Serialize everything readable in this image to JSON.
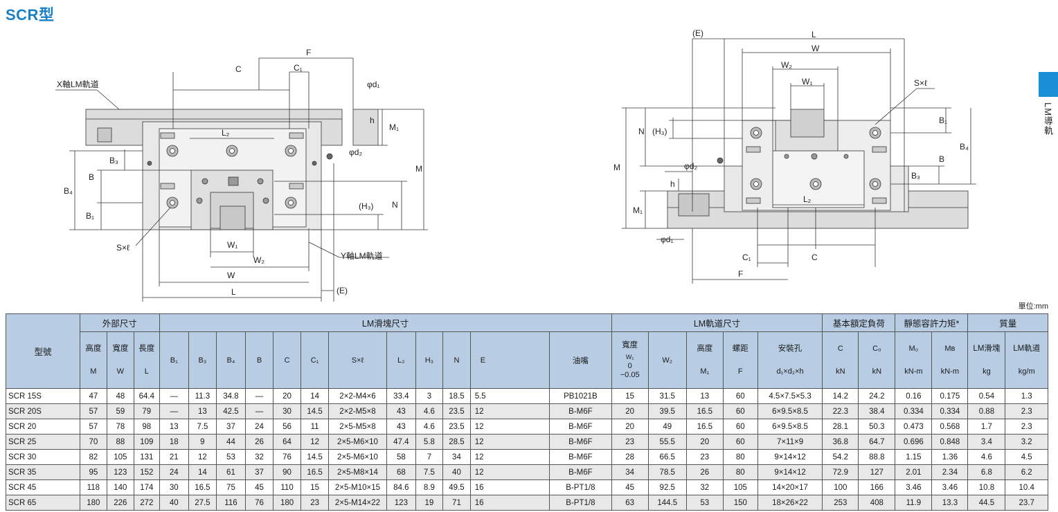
{
  "title": "SCR型",
  "side_label": "LM導軌",
  "unit_label": "單位:mm",
  "left_drawing": {
    "x_rail": "X軸LM軌道",
    "y_rail": "Y軸LM軌道",
    "F": "F",
    "C": "C",
    "C1": "C₁",
    "phi_d1": "φd₁",
    "phi_d2": "φd₂",
    "h": "h",
    "M1": "M₁",
    "M": "M",
    "L2": "L₂",
    "B3": "B₃",
    "B": "B",
    "B4": "B₄",
    "B1": "B₁",
    "H3": "(H₃)",
    "N": "N",
    "Sxl": "S×ℓ",
    "W1": "W₁",
    "W2": "W₂",
    "W": "W",
    "L": "L",
    "E": "(E)"
  },
  "right_drawing": {
    "E": "(E)",
    "L": "L",
    "W": "W",
    "W2": "W₂",
    "W1": "W₁",
    "Sxl": "S×ℓ",
    "N": "N",
    "H3": "(H₃)",
    "B1": "B₁",
    "B4": "B₄",
    "B": "B",
    "B3": "B₃",
    "M": "M",
    "phi_d2": "φd₂",
    "h": "h",
    "M1": "M₁",
    "L2": "L₂",
    "phi_d1": "φd₁",
    "C1": "C₁",
    "C": "C",
    "F": "F"
  },
  "table": {
    "group_headers": {
      "model": "型號",
      "outer": "外部尺寸",
      "block": "LM滑塊尺寸",
      "rail": "LM軌道尺寸",
      "basic_load": "基本額定負荷",
      "static_moment": "靜態容許力矩*",
      "mass": "質量"
    },
    "sub_headers": {
      "height": "高度",
      "width": "寬度",
      "length": "長度",
      "rail_width": "寬度",
      "rail_height": "高度",
      "pitch": "螺距",
      "holes": "安裝孔",
      "lm_block": "LM滑塊",
      "lm_rail": "LM軌道",
      "grease": "油嘴"
    },
    "symbols": {
      "M": "M",
      "W": "W",
      "L": "L",
      "B1": "B₁",
      "B3": "B₃",
      "B4": "B₄",
      "B": "B",
      "C": "C",
      "C1": "C₁",
      "Sxl": "S×ℓ",
      "L2": "L₂",
      "H3": "H₃",
      "N": "N",
      "E": "E",
      "W1": "W₁",
      "W1_tol_upper": "0",
      "W1_tol_lower": "−0.05",
      "W2": "W₂",
      "M1": "M₁",
      "F": "F",
      "d": "d₁×d₂×h",
      "Cload": "C",
      "C0": "C₀",
      "MA": "M₀",
      "MB": "Mʙ"
    },
    "units": {
      "kN1": "kN",
      "kN2": "kN",
      "kNm1": "kN-m",
      "kNm2": "kN-m",
      "kg": "kg",
      "kgm": "kg/m"
    },
    "rows": [
      [
        "SCR 15S",
        "47",
        "48",
        "64.4",
        "—",
        "11.3",
        "34.8",
        "—",
        "20",
        "14",
        "2×2-M4×6",
        "33.4",
        "3",
        "18.5",
        "5.5",
        "PB1021B",
        "15",
        "31.5",
        "13",
        "60",
        "4.5×7.5×5.3",
        "14.2",
        "24.2",
        "0.16",
        "0.175",
        "0.54",
        "1.3"
      ],
      [
        "SCR 20S",
        "57",
        "59",
        "79",
        "—",
        "13",
        "42.5",
        "—",
        "30",
        "14.5",
        "2×2-M5×8",
        "43",
        "4.6",
        "23.5",
        "12",
        "B-M6F",
        "20",
        "39.5",
        "16.5",
        "60",
        "6×9.5×8.5",
        "22.3",
        "38.4",
        "0.334",
        "0.334",
        "0.88",
        "2.3"
      ],
      [
        "SCR 20",
        "57",
        "78",
        "98",
        "13",
        "7.5",
        "37",
        "24",
        "56",
        "11",
        "2×5-M5×8",
        "43",
        "4.6",
        "23.5",
        "12",
        "B-M6F",
        "20",
        "49",
        "16.5",
        "60",
        "6×9.5×8.5",
        "28.1",
        "50.3",
        "0.473",
        "0.568",
        "1.7",
        "2.3"
      ],
      [
        "SCR 25",
        "70",
        "88",
        "109",
        "18",
        "9",
        "44",
        "26",
        "64",
        "12",
        "2×5-M6×10",
        "47.4",
        "5.8",
        "28.5",
        "12",
        "B-M6F",
        "23",
        "55.5",
        "20",
        "60",
        "7×11×9",
        "36.8",
        "64.7",
        "0.696",
        "0.848",
        "3.4",
        "3.2"
      ],
      [
        "SCR 30",
        "82",
        "105",
        "131",
        "21",
        "12",
        "53",
        "32",
        "76",
        "14.5",
        "2×5-M6×10",
        "58",
        "7",
        "34",
        "12",
        "B-M6F",
        "28",
        "66.5",
        "23",
        "80",
        "9×14×12",
        "54.2",
        "88.8",
        "1.15",
        "1.36",
        "4.6",
        "4.5"
      ],
      [
        "SCR 35",
        "95",
        "123",
        "152",
        "24",
        "14",
        "61",
        "37",
        "90",
        "16.5",
        "2×5-M8×14",
        "68",
        "7.5",
        "40",
        "12",
        "B-M6F",
        "34",
        "78.5",
        "26",
        "80",
        "9×14×12",
        "72.9",
        "127",
        "2.01",
        "2.34",
        "6.8",
        "6.2"
      ],
      [
        "SCR 45",
        "118",
        "140",
        "174",
        "30",
        "16.5",
        "75",
        "45",
        "110",
        "15",
        "2×5-M10×15",
        "84.6",
        "8.9",
        "49.5",
        "16",
        "B-PT1/8",
        "45",
        "92.5",
        "32",
        "105",
        "14×20×17",
        "100",
        "166",
        "3.46",
        "3.46",
        "10.8",
        "10.4"
      ],
      [
        "SCR 65",
        "180",
        "226",
        "272",
        "40",
        "27.5",
        "116",
        "76",
        "180",
        "23",
        "2×5-M14×22",
        "123",
        "19",
        "71",
        "16",
        "B-PT1/8",
        "63",
        "144.5",
        "53",
        "150",
        "18×26×22",
        "253",
        "408",
        "11.9",
        "13.3",
        "44.5",
        "23.7"
      ]
    ]
  }
}
